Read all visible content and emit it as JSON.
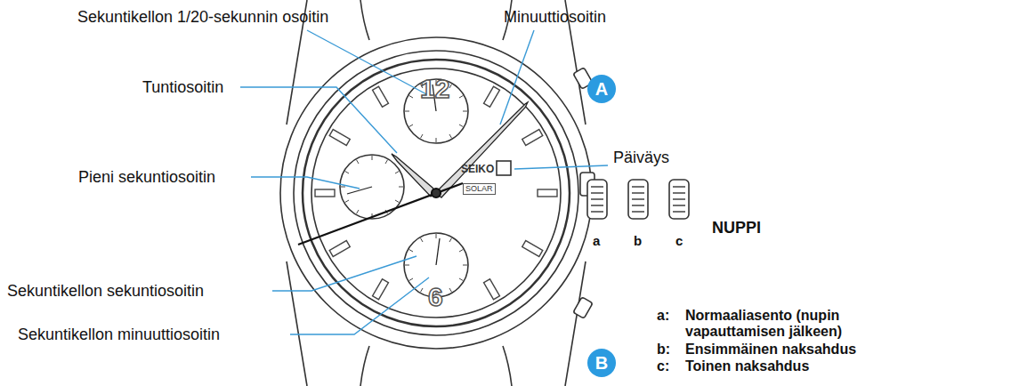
{
  "diagram": {
    "labels": [
      "Sekuntikellon 1/20-sekunnin osoitin",
      "Minuuttiosoitin",
      "Tuntiosoitin",
      "Päiväys",
      "Pieni sekuntiosoitin",
      "Sekuntikellon sekuntiosoitin",
      "Sekuntikellon minuuttiosoitin",
      "NUPPI",
      "a",
      "b",
      "c",
      "A",
      "B",
      "a:",
      "Normaaliasento (nupin vapauttamisen jälkeen)",
      "b:",
      "Ensimmäinen naksahdus",
      "c:",
      "Toinen naksahdus",
      "12",
      "6",
      "SEIKO",
      "SOLAR"
    ]
  }
}
